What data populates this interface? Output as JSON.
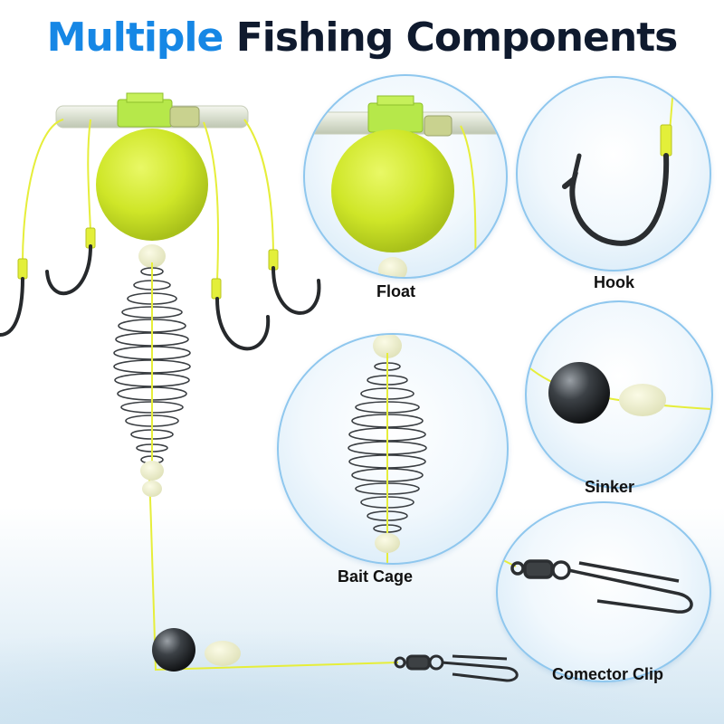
{
  "title": {
    "part1": "Multiple",
    "part2": "Fishing Components"
  },
  "components": [
    {
      "label": "Float",
      "icon": "float-icon"
    },
    {
      "label": "Hook",
      "icon": "hook-icon"
    },
    {
      "label": "Bait Cage",
      "icon": "bait-cage-icon"
    },
    {
      "label": "Sinker",
      "icon": "sinker-icon"
    },
    {
      "label": "Comector Clip",
      "icon": "connector-clip-icon"
    }
  ],
  "colors": {
    "title_blue": "#1687e5",
    "title_dark": "#0f1a2e",
    "float_green": "#d4ec2b",
    "line_yellow": "#e6ee3a",
    "circle_border": "#8fc7ee"
  }
}
